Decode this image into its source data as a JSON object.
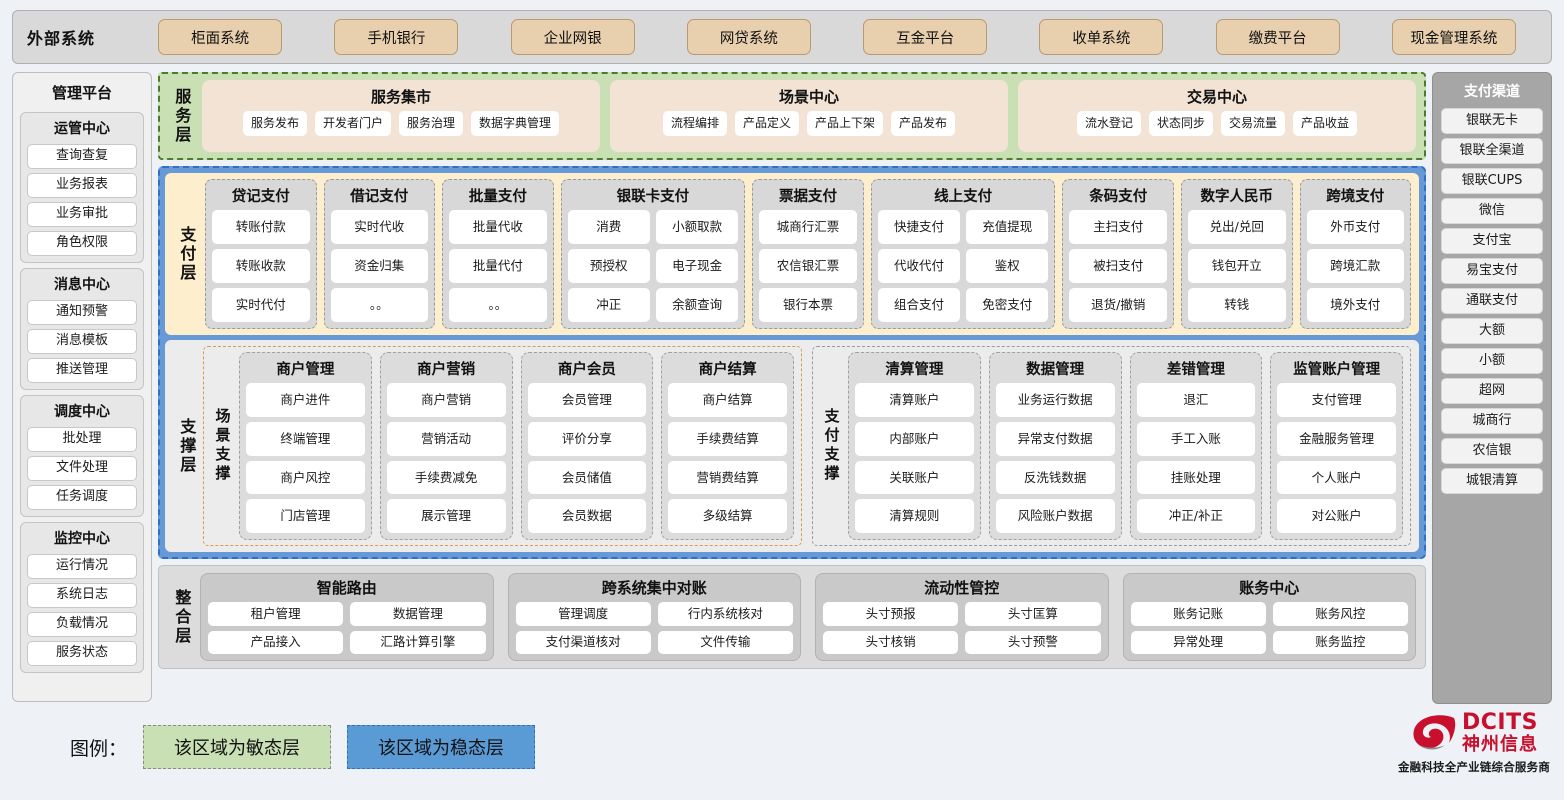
{
  "external": {
    "title": "外部系统",
    "items": [
      "柜面系统",
      "手机银行",
      "企业网银",
      "网贷系统",
      "互金平台",
      "收单系统",
      "缴费平台",
      "现金管理系统"
    ]
  },
  "left_panel": {
    "title": "管理平台",
    "groups": [
      {
        "title": "运管中心",
        "items": [
          "查询查复",
          "业务报表",
          "业务审批",
          "角色权限"
        ]
      },
      {
        "title": "消息中心",
        "items": [
          "通知预警",
          "消息模板",
          "推送管理"
        ]
      },
      {
        "title": "调度中心",
        "items": [
          "批处理",
          "文件处理",
          "任务调度"
        ]
      },
      {
        "title": "监控中心",
        "items": [
          "运行情况",
          "系统日志",
          "负载情况",
          "服务状态"
        ]
      }
    ]
  },
  "right_panel": {
    "title": "支付渠道",
    "items": [
      "银联无卡",
      "银联全渠道",
      "银联CUPS",
      "微信",
      "支付宝",
      "易宝支付",
      "通联支付",
      "大额",
      "小额",
      "超网",
      "城商行",
      "农信银",
      "城银清算"
    ]
  },
  "service_layer": {
    "label": "服务层",
    "cards": [
      {
        "title": "服务集市",
        "items": [
          "服务发布",
          "开发者门户",
          "服务治理",
          "数据字典管理"
        ]
      },
      {
        "title": "场景中心",
        "items": [
          "流程编排",
          "产品定义",
          "产品上下架",
          "产品发布"
        ]
      },
      {
        "title": "交易中心",
        "items": [
          "流水登记",
          "状态同步",
          "交易流量",
          "产品收益"
        ]
      }
    ]
  },
  "pay_layer": {
    "label": "支付层",
    "cards": [
      {
        "title": "贷记支付",
        "cols": 1,
        "rows": [
          [
            "转账付款"
          ],
          [
            "转账收款"
          ],
          [
            "实时代付"
          ]
        ]
      },
      {
        "title": "借记支付",
        "cols": 1,
        "rows": [
          [
            "实时代收"
          ],
          [
            "资金归集"
          ],
          [
            "。。"
          ]
        ]
      },
      {
        "title": "批量支付",
        "cols": 1,
        "rows": [
          [
            "批量代收"
          ],
          [
            "批量代付"
          ],
          [
            "。。"
          ]
        ]
      },
      {
        "title": "银联卡支付",
        "cols": 2,
        "rows": [
          [
            "消费",
            "小额取款"
          ],
          [
            "预授权",
            "电子现金"
          ],
          [
            "冲正",
            "余额查询"
          ]
        ]
      },
      {
        "title": "票据支付",
        "cols": 1,
        "rows": [
          [
            "城商行汇票"
          ],
          [
            "农信银汇票"
          ],
          [
            "银行本票"
          ]
        ]
      },
      {
        "title": "线上支付",
        "cols": 2,
        "rows": [
          [
            "快捷支付",
            "充值提现"
          ],
          [
            "代收代付",
            "鉴权"
          ],
          [
            "组合支付",
            "免密支付"
          ]
        ]
      },
      {
        "title": "条码支付",
        "cols": 1,
        "rows": [
          [
            "主扫支付"
          ],
          [
            "被扫支付"
          ],
          [
            "退货/撤销"
          ]
        ]
      },
      {
        "title": "数字人民币",
        "cols": 1,
        "rows": [
          [
            "兑出/兑回"
          ],
          [
            "钱包开立"
          ],
          [
            "转钱"
          ]
        ]
      },
      {
        "title": "跨境支付",
        "cols": 1,
        "rows": [
          [
            "外币支付"
          ],
          [
            "跨境汇款"
          ],
          [
            "境外支付"
          ]
        ]
      }
    ]
  },
  "support_layer": {
    "label": "支撑层",
    "halves": [
      {
        "sub_label": "场景支撑",
        "cards": [
          {
            "title": "商户管理",
            "items": [
              "商户进件",
              "终端管理",
              "商户风控",
              "门店管理"
            ]
          },
          {
            "title": "商户营销",
            "items": [
              "商户营销",
              "营销活动",
              "手续费减免",
              "展示管理"
            ]
          },
          {
            "title": "商户会员",
            "items": [
              "会员管理",
              "评价分享",
              "会员储值",
              "会员数据"
            ]
          },
          {
            "title": "商户结算",
            "items": [
              "商户结算",
              "手续费结算",
              "营销费结算",
              "多级结算"
            ]
          }
        ]
      },
      {
        "sub_label": "支付支撑",
        "cards": [
          {
            "title": "清算管理",
            "items": [
              "清算账户",
              "内部账户",
              "关联账户",
              "清算规则"
            ]
          },
          {
            "title": "数据管理",
            "items": [
              "业务运行数据",
              "异常支付数据",
              "反洗钱数据",
              "风险账户数据"
            ]
          },
          {
            "title": "差错管理",
            "items": [
              "退汇",
              "手工入账",
              "挂账处理",
              "冲正/补正"
            ]
          },
          {
            "title": "监管账户管理",
            "items": [
              "支付管理",
              "金融服务管理",
              "个人账户",
              "对公账户"
            ]
          }
        ]
      }
    ]
  },
  "integration_layer": {
    "label": "整合层",
    "cards": [
      {
        "title": "智能路由",
        "rows": [
          [
            "租户管理",
            "数据管理"
          ],
          [
            "产品接入",
            "汇路计算引擎"
          ]
        ]
      },
      {
        "title": "跨系统集中对账",
        "rows": [
          [
            "管理调度",
            "行内系统核对"
          ],
          [
            "支付渠道核对",
            "文件传输"
          ]
        ]
      },
      {
        "title": "流动性管控",
        "rows": [
          [
            "头寸预报",
            "头寸匡算"
          ],
          [
            "头寸核销",
            "头寸预警"
          ]
        ]
      },
      {
        "title": "账务中心",
        "rows": [
          [
            "账务记账",
            "账务风控"
          ],
          [
            "异常处理",
            "账务监控"
          ]
        ]
      }
    ]
  },
  "legend": {
    "label": "图例：",
    "agile": "该区域为敏态层",
    "stable": "该区域为稳态层"
  },
  "logo": {
    "en": "DCITS",
    "cn": "神州信息",
    "tagline": "金融科技全产业链综合服务商"
  },
  "colors": {
    "agile_green": "#c9dfb4",
    "stable_blue": "#5b9bd5",
    "pay_cream": "#fdeecd",
    "ext_tan": "#e8cfae",
    "brand_red": "#c8102e"
  }
}
